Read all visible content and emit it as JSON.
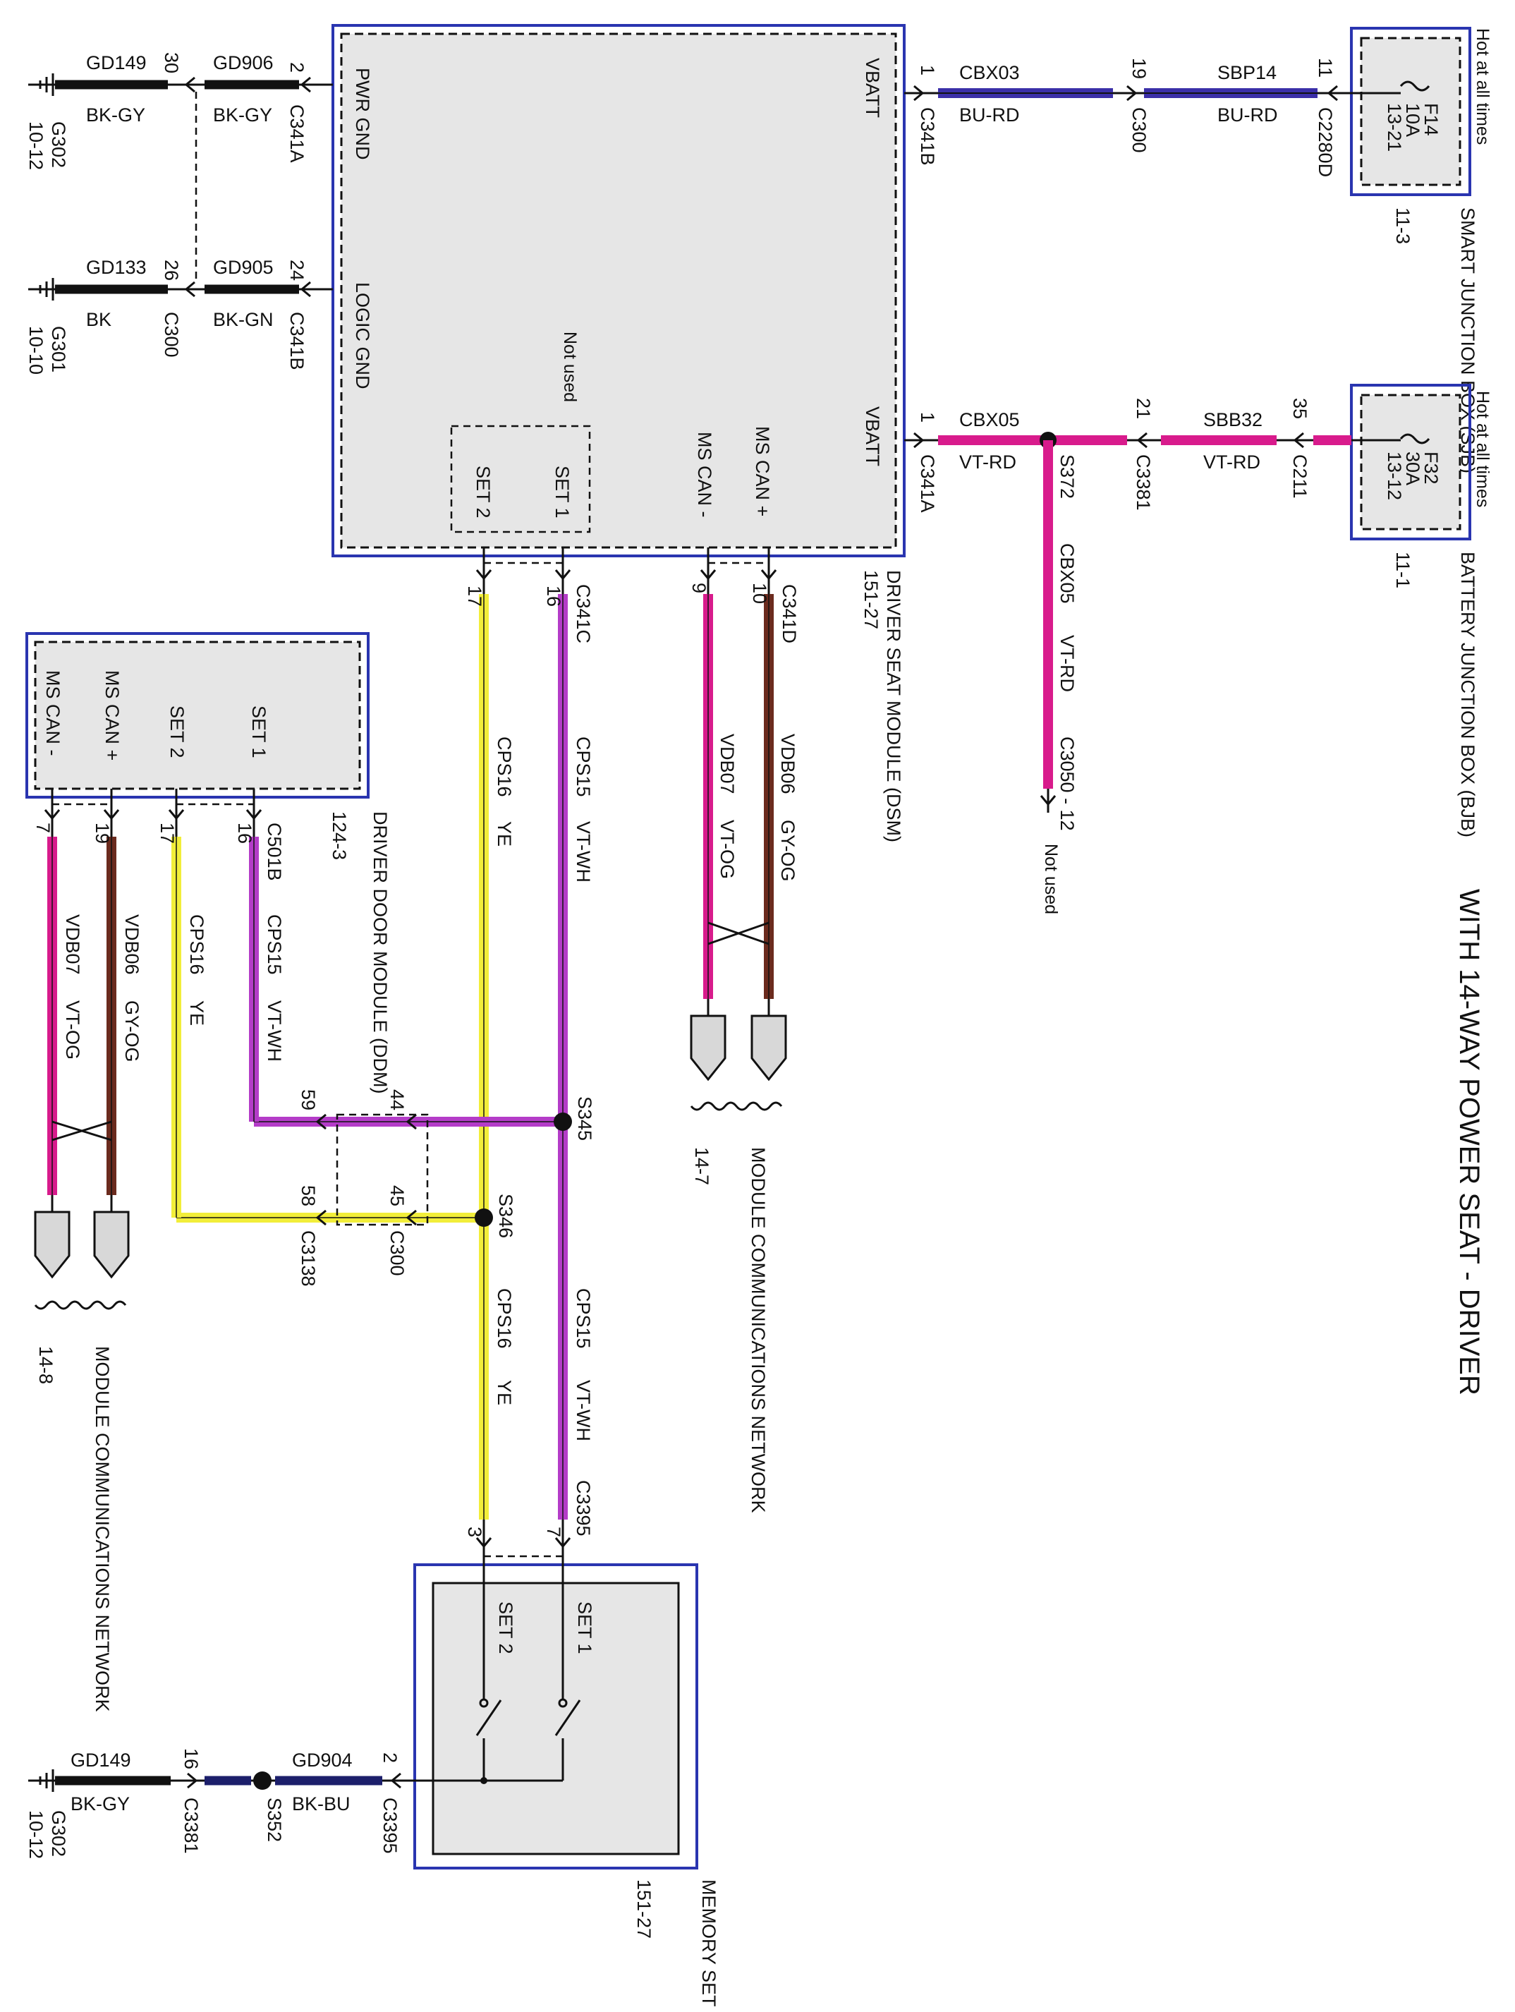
{
  "title": "WITH 14-WAY POWER SEAT - DRIVER",
  "modules": {
    "dsm": {
      "name": "DRIVER SEAT MODULE (DSM)",
      "ref": "151-27",
      "pins": {
        "pwr_gnd": "PWR GND",
        "logic_gnd": "LOGIC GND",
        "vbatt_1": "VBATT",
        "vbatt_2": "VBATT",
        "ms_can_plus": "MS CAN +",
        "ms_can_minus": "MS CAN -",
        "set1": "SET 1",
        "set2": "SET 2",
        "not_used": "Not used"
      }
    },
    "ddm": {
      "name": "DRIVER DOOR MODULE (DDM)",
      "ref": "124-3",
      "pins": {
        "set1": "SET 1",
        "set2": "SET 2",
        "ms_can_plus": "MS CAN +",
        "ms_can_minus": "MS CAN -"
      }
    },
    "sjb": {
      "name": "SMART JUNCTION BOX (SJB)",
      "ref": "11-3",
      "fuse": "F14",
      "amps": "10A",
      "loc": "13-21",
      "hot": "Hot at all times"
    },
    "bjb": {
      "name": "BATTERY JUNCTION BOX (BJB)",
      "ref": "11-1",
      "fuse": "F32",
      "amps": "30A",
      "loc": "13-12",
      "hot": "Hot at all times"
    },
    "mss": {
      "name": "MEMORY SET SWITCH",
      "ref": "151-27",
      "set1": "SET 1",
      "set2": "SET 2"
    }
  },
  "grounds": [
    {
      "id": "G302",
      "ref": "10-12"
    },
    {
      "id": "G301",
      "ref": "10-10"
    },
    {
      "id": "G302",
      "ref": "10-12"
    }
  ],
  "networks": [
    {
      "name": "MODULE COMMUNICATIONS NETWORK",
      "ref": "14-7"
    },
    {
      "name": "MODULE COMMUNICATIONS NETWORK",
      "ref": "14-8"
    }
  ],
  "wire_labels": {
    "gd149_a": "GD149",
    "bkgy_a": "BK-GY",
    "gd906": "GD906",
    "bkgy_b": "BK-GY",
    "gd133": "GD133",
    "bk": "BK",
    "gd905": "GD905",
    "bkgn": "BK-GN",
    "cbx03": "CBX03",
    "burd_a": "BU-RD",
    "sbp14": "SBP14",
    "burd_b": "BU-RD",
    "cbx05_a": "CBX05",
    "vtrd_a": "VT-RD",
    "sbb32": "SBB32",
    "vtrd_b": "VT-RD",
    "cbx05_b": "CBX05",
    "vtrd_c": "VT-RD",
    "vdb06_a": "VDB06",
    "gyog_a": "GY-OG",
    "vdb07_a": "VDB07",
    "vtog_a": "VT-OG",
    "cps15_a": "CPS15",
    "vtwh_a": "VT-WH",
    "cps16_a": "CPS16",
    "ye_a": "YE",
    "cps15_b": "CPS15",
    "vtwh_b": "VT-WH",
    "cps16_b": "CPS16",
    "ye_b": "YE",
    "cps15_c": "CPS15",
    "vtwh_c": "VT-WH",
    "cps16_c": "CPS16",
    "ye_c": "YE",
    "vdb06_b": "VDB06",
    "gyog_b": "GY-OG",
    "vdb07_b": "VDB07",
    "vtog_b": "VT-OG",
    "gd149_b": "GD149",
    "bkgy_c": "BK-GY",
    "gd904": "GD904",
    "bkbu": "BK-BU"
  },
  "connectors": {
    "c341a_1": "C341A",
    "c300_1": "C300",
    "c341b_1": "C341B",
    "c341b_2": "C341B",
    "c300_2": "C300",
    "c2280d": "C2280D",
    "c341a_2": "C341A",
    "c3381_1": "C3381",
    "c211": "C211",
    "c341c": "C341C",
    "c341d": "C341D",
    "c3050": "C3050 - 12",
    "c501b": "C501B",
    "c3138": "C3138",
    "c300_3": "C300",
    "c3395_1": "C3395",
    "c3381_2": "C3381",
    "c3395_2": "C3395"
  },
  "splices": {
    "s372": "S372",
    "s345": "S345",
    "s346": "S346",
    "s352": "S352"
  },
  "pins": {
    "p30": "30",
    "p2a": "2",
    "p26": "26",
    "p24": "24",
    "p1a": "1",
    "p19": "19",
    "p11": "11",
    "p1b": "1",
    "p21": "21",
    "p35": "35",
    "p17a": "17",
    "p16a": "16",
    "p9": "9",
    "p10": "10",
    "p16b": "16",
    "p17b": "17",
    "p19b": "19",
    "p7b": "7",
    "p59": "59",
    "p44": "44",
    "p58": "58",
    "p45": "45",
    "p3": "3",
    "p7": "7",
    "p16c": "16",
    "p2b": "2"
  },
  "not_used_c3050": "Not used",
  "colors": {
    "box": "#2a35b0",
    "black": "#111111",
    "blue": "#3b2fa8",
    "pink": "#d81b8c",
    "violet": "#b43cc8",
    "yellow": "#f2ee3a",
    "brown": "#6b2b1e",
    "navy": "#1c1f6b"
  }
}
